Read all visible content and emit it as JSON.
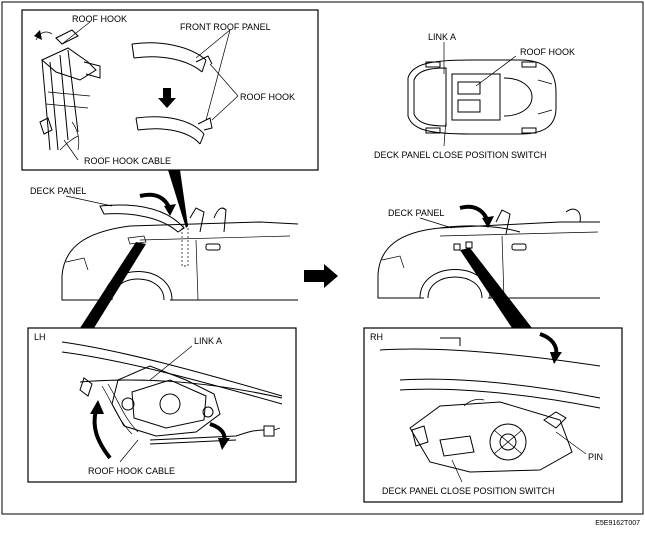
{
  "labels": {
    "roof_hook_top": "ROOF HOOK",
    "front_roof_panel": "FRONT ROOF PANEL",
    "roof_hook_mid": "ROOF HOOK",
    "roof_hook_cable_top": "ROOF HOOK CABLE",
    "link_a_top": "LINK A",
    "roof_hook_right": "ROOF HOOK",
    "deck_close_switch_top": "DECK PANEL CLOSE POSITION SWITCH",
    "deck_panel_left": "DECK PANEL",
    "deck_panel_right": "DECK PANEL",
    "lh": "LH",
    "link_a_lh": "LINK A",
    "roof_hook_cable_lh": "ROOF HOOK CABLE",
    "rh": "RH",
    "pin": "PIN",
    "deck_close_switch_rh": "DECK PANEL CLOSE POSITION SWITCH",
    "reference_code": "E5E9162T007"
  }
}
